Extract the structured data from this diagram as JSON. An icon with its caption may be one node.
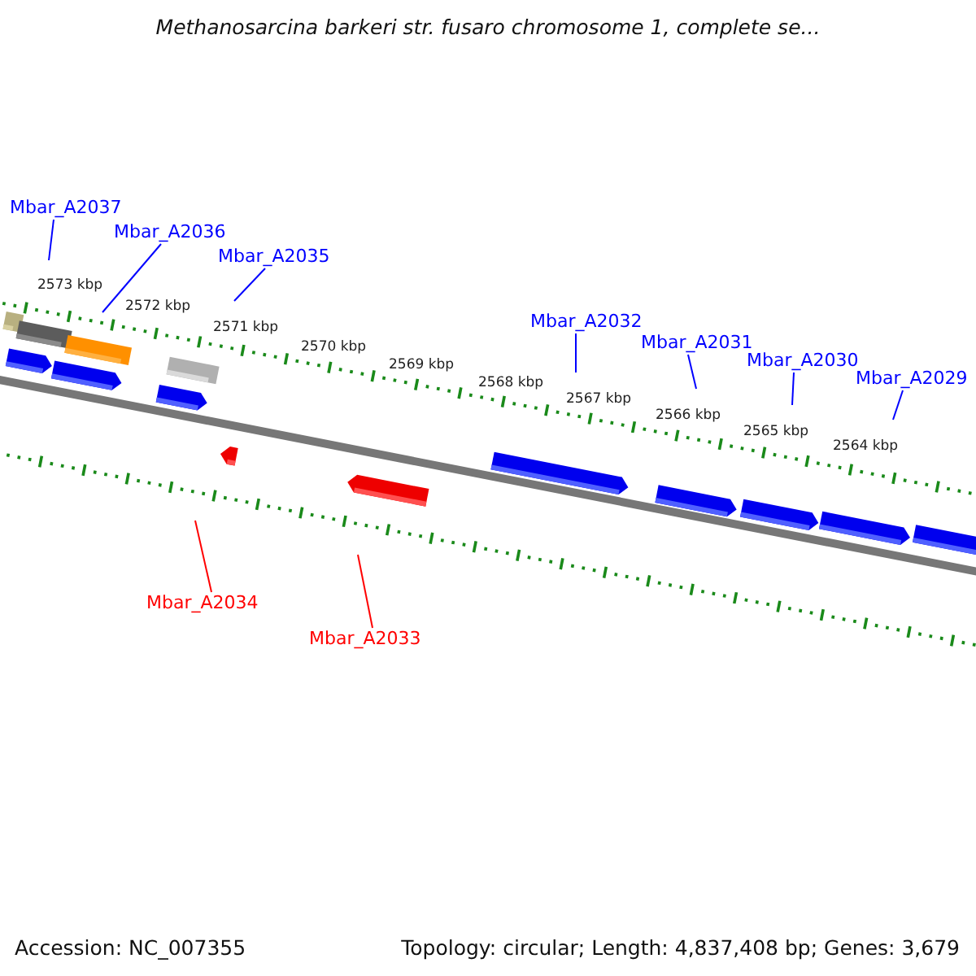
{
  "diagram": {
    "title": "Methanosarcina barkeri str. fusaro chromosome 1, complete se...",
    "nodes": [
      {
        "text": [
          "Mbar_A2037"
        ]
      },
      {
        "text": [
          "Mbar_A2036"
        ]
      },
      {
        "text": [
          "Mbar_A2035"
        ]
      },
      {
        "text": [
          "Mbar_A2032"
        ]
      },
      {
        "text": [
          "Mbar_A2031"
        ]
      },
      {
        "text": [
          "Mbar_A2030"
        ]
      },
      {
        "text": [
          "Mbar_A2029"
        ]
      },
      {
        "text": [
          "Mbar_A2034"
        ]
      },
      {
        "text": [
          "Mbar_A2033"
        ]
      }
    ],
    "edges": [
      {
        "from": 0,
        "to": null,
        "arrow": "none"
      },
      {
        "from": 1,
        "to": null,
        "arrow": "none"
      },
      {
        "from": 2,
        "to": null,
        "arrow": "none"
      },
      {
        "from": 3,
        "to": null,
        "arrow": "none"
      },
      {
        "from": 4,
        "to": null,
        "arrow": "none"
      },
      {
        "from": 5,
        "to": null,
        "arrow": "none"
      },
      {
        "from": 6,
        "to": null,
        "arrow": "none"
      },
      {
        "from": 7,
        "to": null,
        "arrow": "none",
        "color": "#ff0000"
      },
      {
        "from": 8,
        "to": null,
        "arrow": "none",
        "color": "#ff0000"
      }
    ],
    "labels": [
      "2573 kbp",
      "2572 kbp",
      "2571 kbp",
      "2570 kbp",
      "2569 kbp",
      "2568 kbp",
      "2567 kbp",
      "2566 kbp",
      "2565 kbp",
      "2564 kbp",
      "Accession: NC_007355",
      "Topology: circular; Length: 4,837,408 bp; Genes: 3,679"
    ]
  }
}
